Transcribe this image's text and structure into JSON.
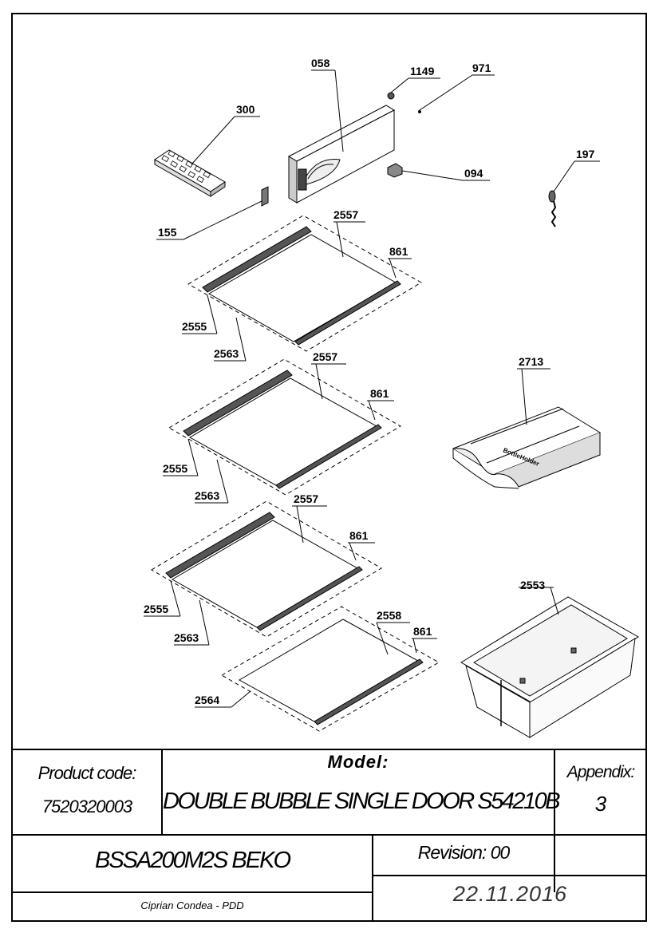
{
  "callouts": {
    "c058": "058",
    "c1149": "1149",
    "c971": "971",
    "c300": "300",
    "c094": "094",
    "c197": "197",
    "c155": "155",
    "c2557a": "2557",
    "c861a": "861",
    "c2555a": "2555",
    "c2563a": "2563",
    "c2557b": "2557",
    "c861b": "861",
    "c2555b": "2555",
    "c2563b": "2563",
    "c2713": "2713",
    "c2557c": "2557",
    "c861c": "861",
    "c2555c": "2555",
    "c2563c": "2563",
    "c2553": "2553",
    "c2558": "2558",
    "c861d": "861",
    "c2564": "2564"
  },
  "bottle_holder_label": "BottleHolder",
  "title_block": {
    "product_code_label": "Product code:",
    "product_code": "7520320003",
    "model_label": "Model:",
    "model_name": "DOUBLE BUBBLE SINGLE DOOR S54210B",
    "appendix_label": "Appendix:",
    "appendix_number": "3",
    "product_name": "BSSA200M2S BEKO",
    "revision": "Revision: 00",
    "author": "Ciprian Condea - PDD",
    "date": "22.11.2016"
  }
}
